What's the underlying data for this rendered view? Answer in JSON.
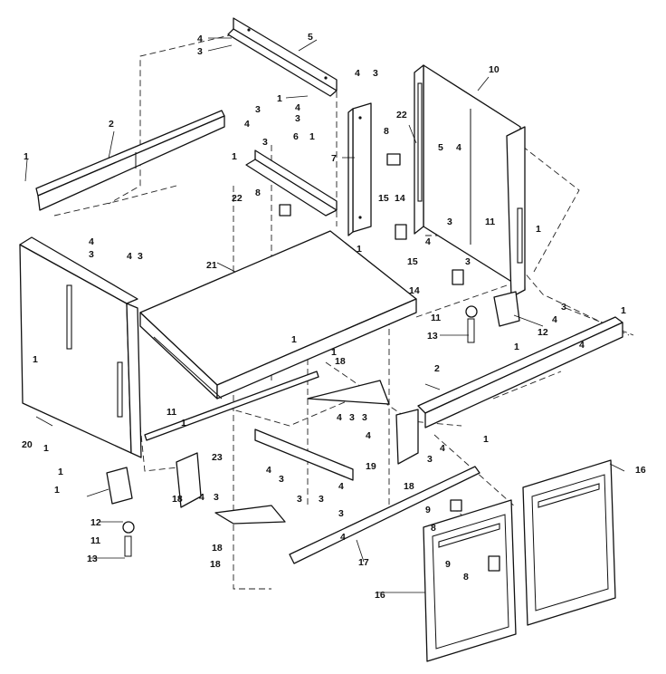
{
  "diagram": {
    "type": "exploded-parts-view",
    "callouts": [
      {
        "id": "c5",
        "text": "5"
      },
      {
        "id": "c4a",
        "text": "4"
      },
      {
        "id": "c3a",
        "text": "3"
      },
      {
        "id": "c2a",
        "text": "2"
      },
      {
        "id": "c1a",
        "text": "1"
      },
      {
        "id": "c1b",
        "text": "1"
      },
      {
        "id": "c4b",
        "text": "4"
      },
      {
        "id": "c3b",
        "text": "3"
      },
      {
        "id": "c3c",
        "text": "3"
      },
      {
        "id": "c4c",
        "text": "4"
      },
      {
        "id": "c3d",
        "text": "3"
      },
      {
        "id": "c4d",
        "text": "4"
      },
      {
        "id": "c3e",
        "text": "3"
      },
      {
        "id": "c6",
        "text": "6"
      },
      {
        "id": "c1c",
        "text": "1"
      },
      {
        "id": "c7",
        "text": "7"
      },
      {
        "id": "c1d",
        "text": "1"
      },
      {
        "id": "c8a",
        "text": "8"
      },
      {
        "id": "c22a",
        "text": "22"
      },
      {
        "id": "c8b",
        "text": "8"
      },
      {
        "id": "c22b",
        "text": "22"
      },
      {
        "id": "c10",
        "text": "10"
      },
      {
        "id": "c5b",
        "text": "5"
      },
      {
        "id": "c4e",
        "text": "4"
      },
      {
        "id": "c15a",
        "text": "15"
      },
      {
        "id": "c14a",
        "text": "14"
      },
      {
        "id": "c3f",
        "text": "3"
      },
      {
        "id": "c11a",
        "text": "11"
      },
      {
        "id": "c1e",
        "text": "1"
      },
      {
        "id": "c4f",
        "text": "4"
      },
      {
        "id": "c3g",
        "text": "3"
      },
      {
        "id": "c1f",
        "text": "1"
      },
      {
        "id": "c4g",
        "text": "4"
      },
      {
        "id": "c3h",
        "text": "3"
      },
      {
        "id": "c4h",
        "text": "4"
      },
      {
        "id": "c3i",
        "text": "3"
      },
      {
        "id": "c21",
        "text": "21"
      },
      {
        "id": "c15b",
        "text": "15"
      },
      {
        "id": "c14b",
        "text": "14"
      },
      {
        "id": "c3j",
        "text": "3"
      },
      {
        "id": "c4i",
        "text": "4"
      },
      {
        "id": "c11b",
        "text": "11"
      },
      {
        "id": "c12a",
        "text": "12"
      },
      {
        "id": "c13a",
        "text": "13"
      },
      {
        "id": "c1g",
        "text": "1"
      },
      {
        "id": "c1h",
        "text": "1"
      },
      {
        "id": "c4j",
        "text": "4"
      },
      {
        "id": "c1i",
        "text": "1"
      },
      {
        "id": "c1j",
        "text": "1"
      },
      {
        "id": "c18a",
        "text": "18"
      },
      {
        "id": "c1k",
        "text": "1"
      },
      {
        "id": "c2b",
        "text": "2"
      },
      {
        "id": "c11c",
        "text": "11"
      },
      {
        "id": "c1l",
        "text": "1"
      },
      {
        "id": "c4k",
        "text": "4"
      },
      {
        "id": "c3k",
        "text": "3"
      },
      {
        "id": "c3l",
        "text": "3"
      },
      {
        "id": "c1m",
        "text": "1"
      },
      {
        "id": "c4l",
        "text": "4"
      },
      {
        "id": "c4m",
        "text": "4"
      },
      {
        "id": "c20",
        "text": "20"
      },
      {
        "id": "c1n",
        "text": "1"
      },
      {
        "id": "c1o",
        "text": "1"
      },
      {
        "id": "c23",
        "text": "23"
      },
      {
        "id": "c4n",
        "text": "4"
      },
      {
        "id": "c3m",
        "text": "3"
      },
      {
        "id": "c18b",
        "text": "18"
      },
      {
        "id": "c18c",
        "text": "18"
      },
      {
        "id": "c19",
        "text": "19"
      },
      {
        "id": "c3n",
        "text": "3"
      },
      {
        "id": "c1p",
        "text": "1"
      },
      {
        "id": "c12b",
        "text": "12"
      },
      {
        "id": "c18d",
        "text": "18"
      },
      {
        "id": "c4o",
        "text": "4"
      },
      {
        "id": "c3o",
        "text": "3"
      },
      {
        "id": "c3p",
        "text": "3"
      },
      {
        "id": "c3q",
        "text": "3"
      },
      {
        "id": "c4p",
        "text": "4"
      },
      {
        "id": "c3r",
        "text": "3"
      },
      {
        "id": "c9a",
        "text": "9"
      },
      {
        "id": "c8c",
        "text": "8"
      },
      {
        "id": "c16a",
        "text": "16"
      },
      {
        "id": "c11d",
        "text": "11"
      },
      {
        "id": "c4q",
        "text": "4"
      },
      {
        "id": "c13b",
        "text": "13"
      },
      {
        "id": "c18e",
        "text": "18"
      },
      {
        "id": "c17",
        "text": "17"
      },
      {
        "id": "c9b",
        "text": "9"
      },
      {
        "id": "c8d",
        "text": "8"
      },
      {
        "id": "c16b",
        "text": "16"
      }
    ]
  }
}
